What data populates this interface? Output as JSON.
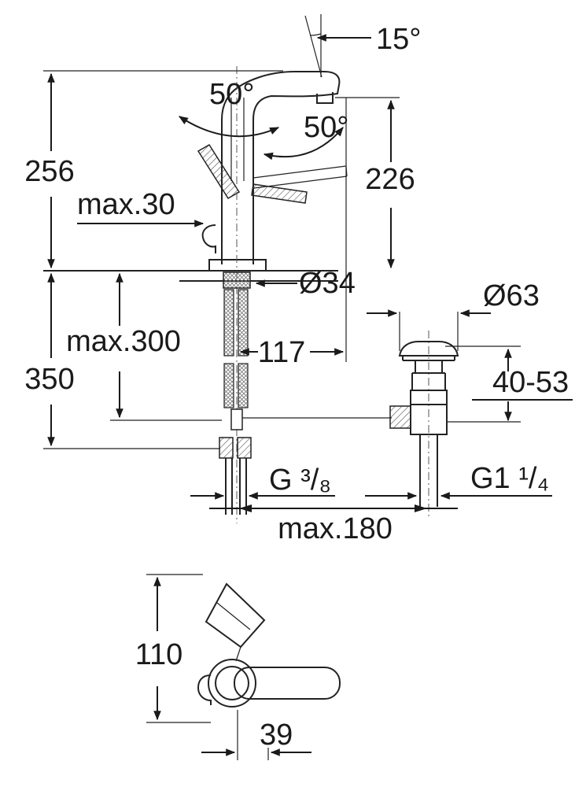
{
  "drawing": {
    "title": "faucet-dimension-drawing",
    "labels": {
      "angle_spout": "15°",
      "angle_handle_left": "50°",
      "angle_handle_right": "50°",
      "dim_height_body": "256",
      "dim_height_outlet": "226",
      "dim_deck_max": "max.30",
      "dim_hole_dia": "Ø34",
      "dim_drain_dia": "Ø63",
      "dim_hose_max": "max.300",
      "dim_outlet_reach": "117",
      "dim_clamp_range": "40-53",
      "dim_total_depth": "350",
      "thread_supply": "G ³/₈",
      "thread_waste": "G1 ¹/₄",
      "dim_span_max": "max.180",
      "dim_top_reach": "110",
      "dim_handle_offset": "39"
    }
  }
}
